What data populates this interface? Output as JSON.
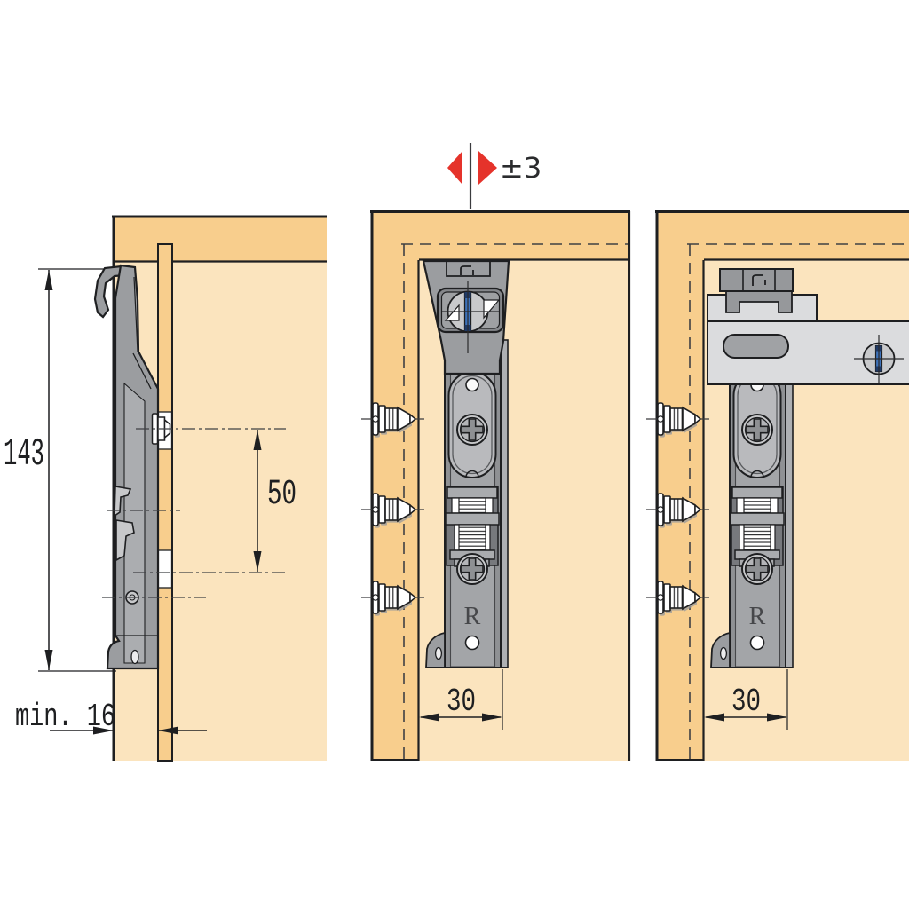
{
  "labels": {
    "side_view": {
      "height_dim": "143",
      "spacing_dim": "50",
      "min_depth_dim": "min. 16"
    },
    "front_view": {
      "lateral_adjust": "±3",
      "width_dim": "30",
      "marking": "R"
    },
    "mounted_view": {
      "width_dim": "30",
      "marking": "R"
    }
  },
  "colors": {
    "panel_wood": "#F8CE8D",
    "panel_face": "#FBE4BE",
    "bracket_gray": "#9B9DA0",
    "bracket_mid": "#A9ABAE",
    "bracket_dark": "#77797D",
    "plate_gray": "#B9BABD",
    "disc_gray": "#C8C9CB",
    "rail_gray": "#DBDCDE",
    "slot_gray": "#A0A2A5",
    "accent_red": "#E5332B",
    "cam_blue": "#3D72BA",
    "line_black": "#1E1F21"
  }
}
